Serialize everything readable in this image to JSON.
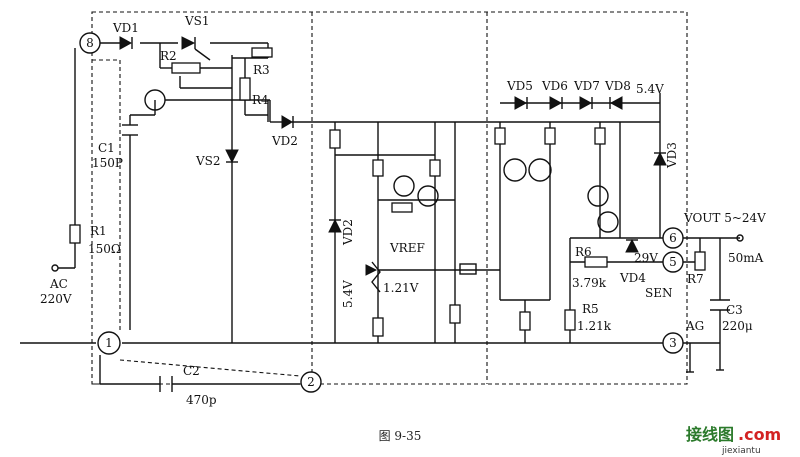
{
  "figure": {
    "caption": "图 9-35",
    "watermark": {
      "text_cn": "接线图",
      "text_com": ".com",
      "text_url": "jiexiantu"
    }
  },
  "pins": {
    "p8": "8",
    "p1": "1",
    "p2": "2",
    "p3": "3",
    "p5": "5",
    "p6": "6"
  },
  "labels": {
    "vd1": "VD1",
    "vs1": "VS1",
    "r2": "R2",
    "r3": "R3",
    "r4": "R4",
    "c1": "C1",
    "c1_val": "150P",
    "r1": "R1",
    "r1_val": "150Ω",
    "ac": "AC",
    "ac_val": "220V",
    "vs2": "VS2",
    "vd2": "VD2",
    "vd2b": "VD2",
    "vd2b_v": "5.4V",
    "vref": "VREF",
    "vref_val": "1.21V",
    "vd5": "VD5",
    "vd6": "VD6",
    "vd7": "VD7",
    "vd8": "VD8",
    "v54": "5.4V",
    "vd3": "VD3",
    "vout": "VOUT 5~24V",
    "ma": "50mA",
    "r6": "R6",
    "r6_val": "3.79k",
    "v29": "29V",
    "vd4": "VD4",
    "sen": "SEN",
    "r7": "R7",
    "r5": "R5",
    "r5_val": "1.21k",
    "c3": "C3",
    "c3_val": "220μ",
    "ag": "AG",
    "c2": "C2",
    "c2_val": "470p"
  }
}
